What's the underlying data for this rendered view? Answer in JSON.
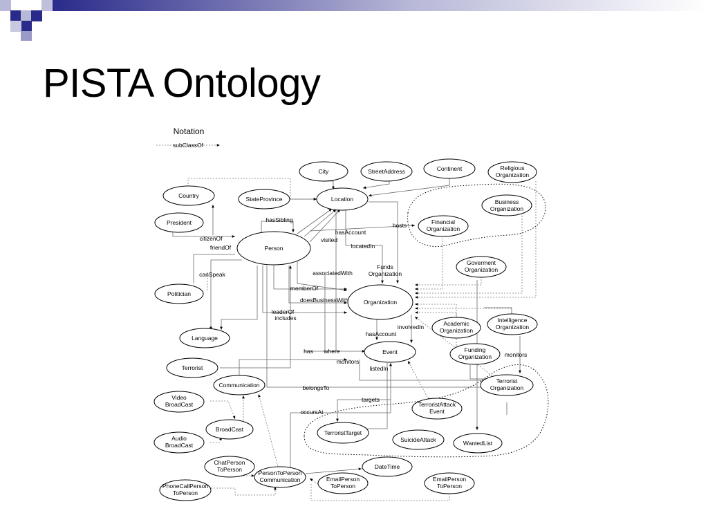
{
  "slide": {
    "title": "PISTA Ontology",
    "accent_color": "#2a2a8a"
  },
  "notation": {
    "heading": "Notation",
    "subclass_label": "subClassOf"
  },
  "nodes": {
    "city": [
      "City"
    ],
    "street_address": [
      "StreetAddress"
    ],
    "continent": [
      "Continent"
    ],
    "religious_org": [
      "Religious",
      "Organization"
    ],
    "country": [
      "Country"
    ],
    "state_province": [
      "StateProvince"
    ],
    "location": [
      "Location"
    ],
    "business_org": [
      "Business",
      "Organization"
    ],
    "president": [
      "President"
    ],
    "financial_org": [
      "Financial",
      "Organization"
    ],
    "person": [
      "Person"
    ],
    "government_org": [
      "Goverment",
      "Organization"
    ],
    "politician": [
      "Politician"
    ],
    "organization": [
      "Organization"
    ],
    "academic_org": [
      "Academic",
      "Organization"
    ],
    "intelligence_org": [
      "Intelligence",
      "Organization"
    ],
    "language": [
      "Language"
    ],
    "event": [
      "Event"
    ],
    "funding_org": [
      "Funding",
      "Organization"
    ],
    "terrorist": [
      "Terrorist"
    ],
    "communication": [
      "Communication"
    ],
    "terrorist_org": [
      "Terrorist",
      "Organization"
    ],
    "video_broadcast": [
      "Video",
      "BroadCast"
    ],
    "terrorist_attack_event": [
      "TerroristAttack",
      "Event"
    ],
    "broadcast": [
      "BroadCast"
    ],
    "terrorist_target": [
      "TerroristTarget"
    ],
    "suicide_attack": [
      "SuicideAttack"
    ],
    "wanted_list": [
      "WantedList"
    ],
    "audio_broadcast": [
      "Audio",
      "BroadCast"
    ],
    "chat_person": [
      "ChatPerson",
      "ToPerson"
    ],
    "datetime": [
      "DateTime"
    ],
    "p2p_communication": [
      "PersonToPerson",
      "Communication"
    ],
    "phone_call": [
      "PhoneCallPerson",
      "ToPerson"
    ],
    "email_person_a": [
      "EmailPerson",
      "ToPerson"
    ],
    "email_person_b": [
      "EmailPerson",
      "ToPerson"
    ]
  },
  "edges": {
    "has_sibling": "hasSibling",
    "has_account_top": "hasAccount",
    "hosts": "hosts",
    "citizen_of": "citizenOf",
    "visited": "visited",
    "friend_of": "friendOf",
    "located_in": "locatedIn",
    "can_speak": "canSpeak",
    "funds_organization": [
      "Funds",
      "Organization"
    ],
    "associated_with": "associatedWith",
    "member_of": "memberOf",
    "does_business_with": "doesBusinessWith",
    "leader_of": "leaderOf",
    "includes": "includes",
    "involved_in": "involvedIn",
    "has_account_bottom": "hasAccount",
    "has": "has",
    "where": "where",
    "monitors_left": "monitors",
    "monitors_right": "monitors",
    "listed_in": "listedIn",
    "belongs_to": "belongsTo",
    "targets": "targets",
    "occurs_at": "occursAt"
  }
}
